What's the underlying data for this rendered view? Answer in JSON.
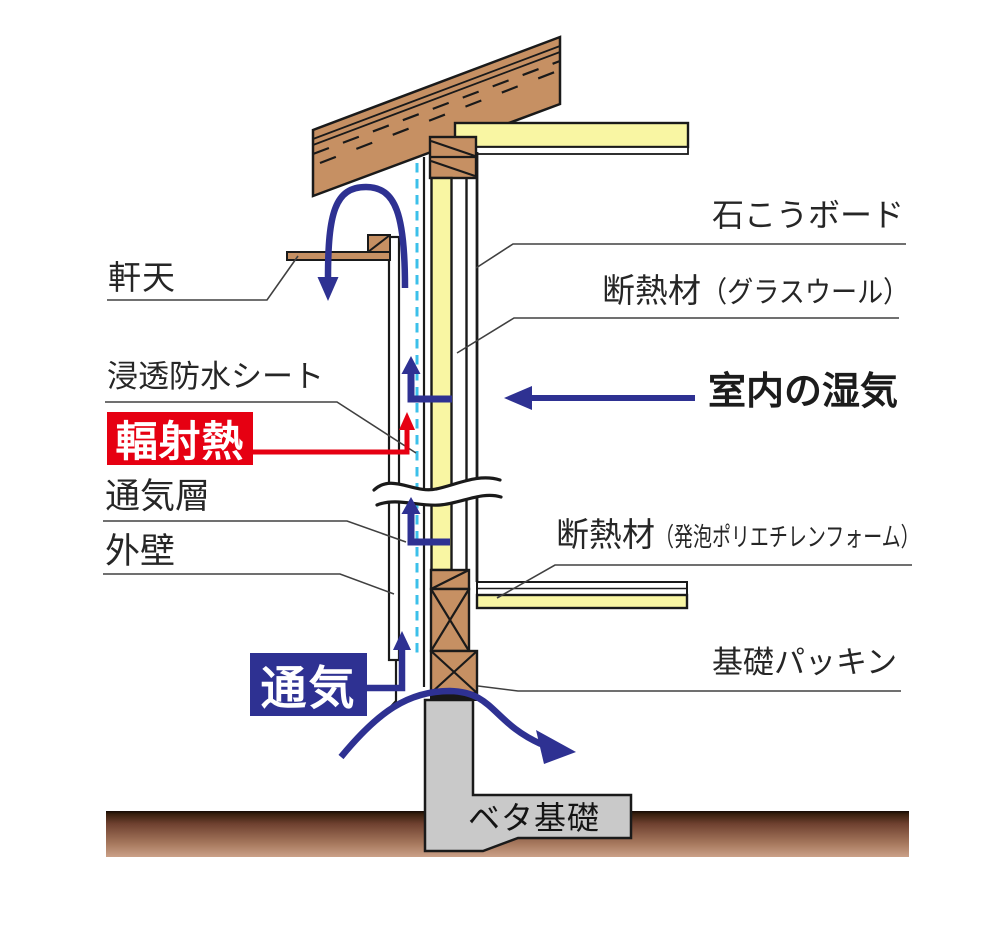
{
  "labels": {
    "eave": "軒天",
    "waterproof_sheet": "浸透防水シート",
    "radiant_heat": "輻射熱",
    "ventilation_layer": "通気層",
    "exterior_wall": "外壁",
    "ventilation": "通気",
    "gypsum_board": "石こうボード",
    "insulation_glasswool_main": "断熱材",
    "insulation_glasswool_paren": "（グラスウール）",
    "indoor_moisture": "室内の湿気",
    "insulation_foam_main": "断熱材",
    "insulation_foam_paren": "（発泡ポリエチレンフォーム）",
    "foundation_packing": "基礎パッキン",
    "slab_foundation": "ベタ基礎"
  },
  "colors": {
    "wood": "#c69063",
    "insulation_yellow": "#f9f6a3",
    "concrete": "#c9c9c9",
    "arrow_blue": "#2e3192",
    "heat_red": "#e60012",
    "sheet_cyan": "#3cc0ea",
    "line_black": "#1a1a1a",
    "leader_gray": "#404040"
  }
}
